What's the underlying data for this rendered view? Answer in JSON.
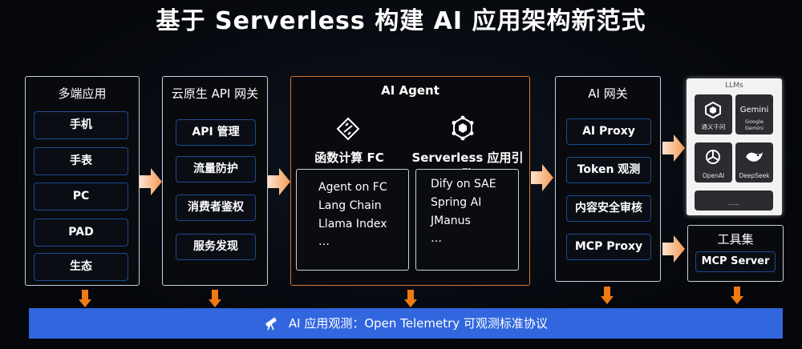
{
  "title": "基于 Serverless 构建 AI 应用架构新范式",
  "multi_app": {
    "title": "多端应用",
    "items": [
      "手机",
      "手表",
      "PC",
      "PAD",
      "生态"
    ]
  },
  "cloud_gateway": {
    "title": "云原生 API 网关",
    "items": [
      "API 管理",
      "流量防护",
      "消费者鉴权",
      "服务发现"
    ]
  },
  "ai_agent": {
    "title": "AI Agent",
    "fc": {
      "title": "函数计算 FC",
      "lines": [
        "Agent on FC",
        "Lang Chain",
        "Llama Index",
        "…"
      ]
    },
    "engine": {
      "title": "Serverless 应用引擎",
      "lines": [
        "Dify on SAE",
        "Spring AI",
        "JManus",
        "…"
      ]
    }
  },
  "ai_gateway": {
    "title": "AI 网关",
    "items": [
      "AI Proxy",
      "Token 观测",
      "内容安全审核",
      "MCP Proxy"
    ]
  },
  "llms": {
    "title": "LLMs",
    "cards": [
      {
        "name": "通义千问",
        "icon": "tongyi-icon"
      },
      {
        "name": "Google Gemini",
        "icon": "gemini-icon",
        "logo_text": "Gemini"
      },
      {
        "name": "OpenAI",
        "icon": "openai-icon"
      },
      {
        "name": "DeepSeek",
        "icon": "deepseek-icon"
      }
    ],
    "more": "……"
  },
  "tools": {
    "title": "工具集",
    "item": "MCP Server"
  },
  "observability": {
    "label": "AI 应用观测：Open Telemetry 可观测标准协议",
    "icon": "telescope-icon"
  },
  "colors": {
    "accent_blue": "#3166df",
    "item_border": "#1d4b92",
    "agent_border": "#d9752c",
    "arrow_orange": "#f07a12",
    "arrow_peach": "#f6b98c"
  }
}
